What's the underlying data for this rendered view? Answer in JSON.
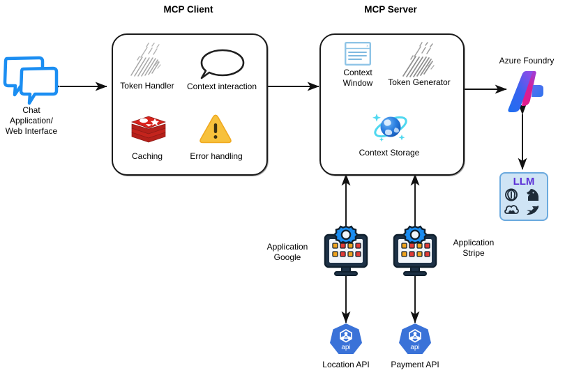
{
  "diagram": {
    "title_client": "MCP Client",
    "title_server": "MCP Server",
    "nodes": {
      "chat": {
        "label": "Chat\nApplication/\nWeb Interface",
        "icon": "chat-bubbles-icon",
        "color": "#1b8ef2"
      },
      "token_handler": {
        "label": "Token Handler",
        "icon": "sketch-hatch-icon",
        "color": "#9a9a9a"
      },
      "context_interaction": {
        "label": "Context interaction",
        "icon": "speech-bubble-icon",
        "color": "#1a1a1a"
      },
      "caching": {
        "label": "Caching",
        "icon": "redis-icon",
        "color": "#c0241e"
      },
      "error_handling": {
        "label": "Error handling",
        "icon": "warning-triangle-icon",
        "color": "#f5ba1a"
      },
      "context_window": {
        "label": "Context\nWindow",
        "icon": "window-frame-icon",
        "color": "#8ec4e6"
      },
      "token_generator": {
        "label": "Token Generator",
        "icon": "sketch-hatch-icon",
        "color": "#8e8e8e"
      },
      "context_storage": {
        "label": "Context Storage",
        "icon": "planet-globe-icon",
        "color": "#1f7ae0"
      },
      "azure_foundry": {
        "label": "Azure Foundry",
        "icon": "azure-foundry-logo-icon",
        "color": "#2a62f0"
      },
      "llm": {
        "label": "LLM",
        "icon": "llm-models-icon",
        "color": "#5b2fd6",
        "box_fill": "#cfe4f5",
        "box_border": "#6aa9de",
        "models": [
          "openai-icon",
          "horse-icon",
          "cloud-icon",
          "bird-icon"
        ]
      },
      "app_google": {
        "label": "Application\nGoogle",
        "icon": "monitor-gear-icon",
        "color": "#1a77e8"
      },
      "app_stripe": {
        "label": "Application\nStripe",
        "icon": "monitor-gear-icon",
        "color": "#1a77e8"
      },
      "location_api": {
        "label": "Location API",
        "icon": "api-hexagon-icon",
        "badge": "api",
        "color": "#3a72d8"
      },
      "payment_api": {
        "label": "Payment API",
        "icon": "api-hexagon-icon",
        "badge": "api",
        "color": "#3a72d8"
      }
    },
    "connectors": [
      {
        "name": "chat-to-client",
        "type": "bidirectional"
      },
      {
        "name": "client-to-server",
        "type": "bidirectional"
      },
      {
        "name": "server-to-azure-foundry",
        "type": "unidirectional"
      },
      {
        "name": "azure-foundry-to-llm",
        "type": "bidirectional"
      },
      {
        "name": "server-to-app-google",
        "type": "bidirectional"
      },
      {
        "name": "server-to-app-stripe",
        "type": "bidirectional"
      },
      {
        "name": "app-google-to-location-api",
        "type": "bidirectional"
      },
      {
        "name": "app-stripe-to-payment-api",
        "type": "bidirectional"
      }
    ]
  }
}
